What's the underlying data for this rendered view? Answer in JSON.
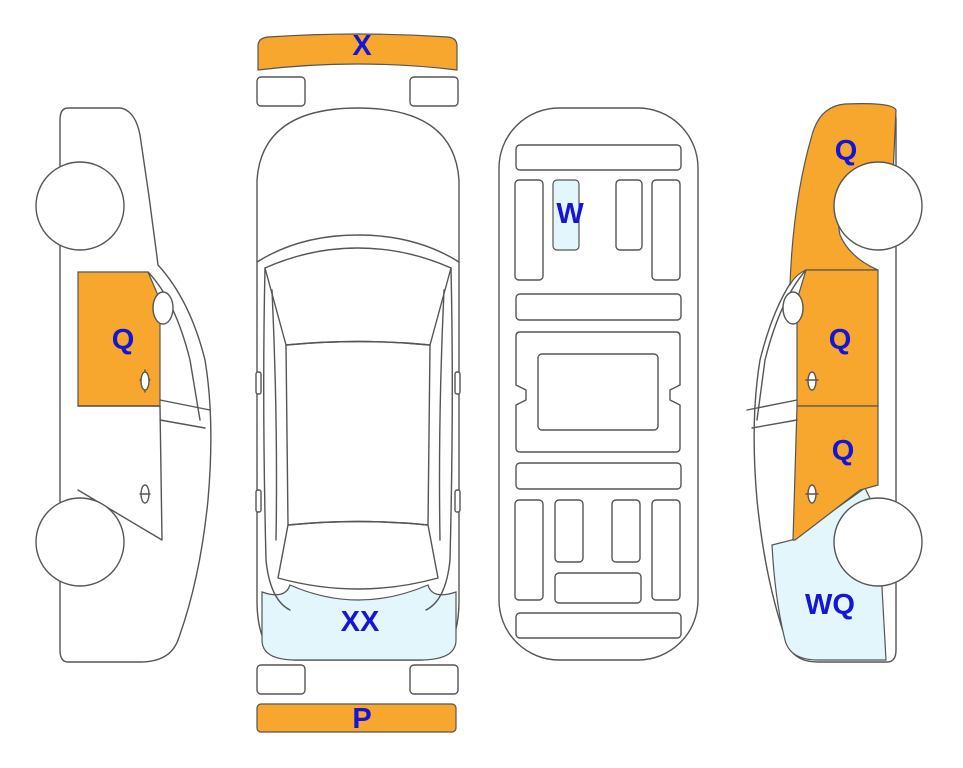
{
  "colors": {
    "damage_orange": "#F7A72E",
    "damage_light_blue": "#E2F6FB",
    "label_blue": "#1515D6",
    "outline": "#555555"
  },
  "labels": {
    "front_bumper": "X",
    "rear_bumper": "P",
    "left_front_door": "Q",
    "roof_panel": "W",
    "rear_panel": "XX",
    "right_front_fender": "Q",
    "right_front_door": "Q",
    "right_rear_door": "Q",
    "right_rear_quarter": "WQ"
  }
}
